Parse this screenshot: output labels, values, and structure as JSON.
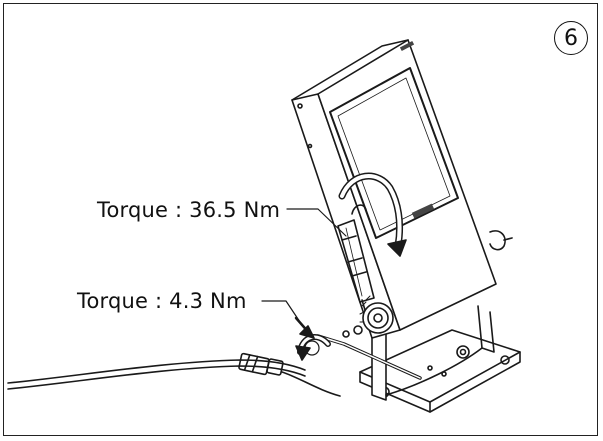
{
  "step_number": "6",
  "callouts": {
    "torque_upper": "Torque : 36.5 Nm",
    "torque_lower": "Torque : 4.3 Nm"
  },
  "colors": {
    "line": "#1a1a1a",
    "lens": "#ffffff",
    "shade": "#7a7a7a"
  }
}
